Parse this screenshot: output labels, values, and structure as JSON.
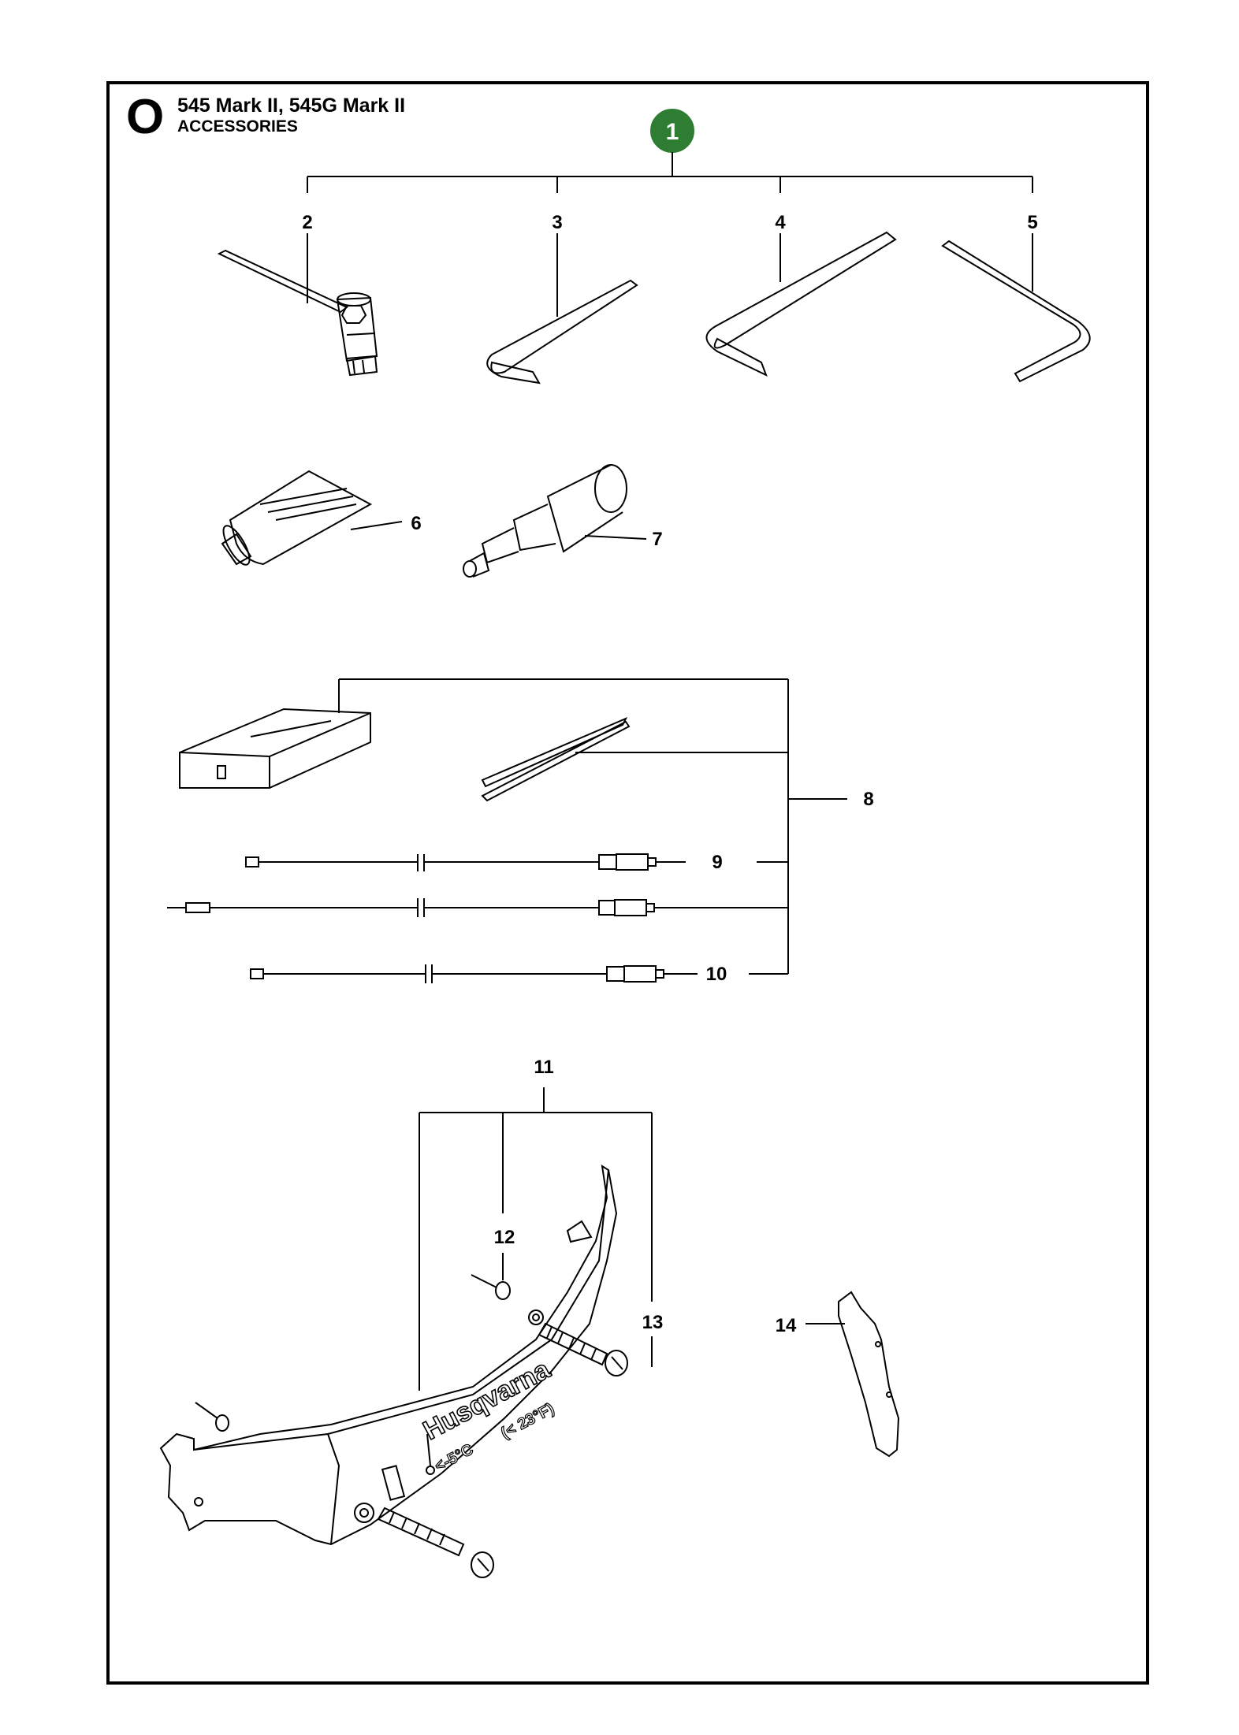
{
  "header": {
    "section_letter": "O",
    "title": "545 Mark II, 545G Mark II",
    "subtitle": "ACCESSORIES"
  },
  "badge": {
    "number": "1",
    "color": "#2e7d32"
  },
  "callouts": {
    "c2": "2",
    "c3": "3",
    "c4": "4",
    "c5": "5",
    "c6": "6",
    "c7": "7",
    "c8": "8",
    "c9": "9",
    "c10": "10",
    "c11": "11",
    "c12": "12",
    "c13": "13",
    "c14": "14"
  },
  "guard_markings": {
    "brand": "Husqvarna",
    "temp_c": "<-5°C",
    "temp_f": "(< 23°F)"
  }
}
